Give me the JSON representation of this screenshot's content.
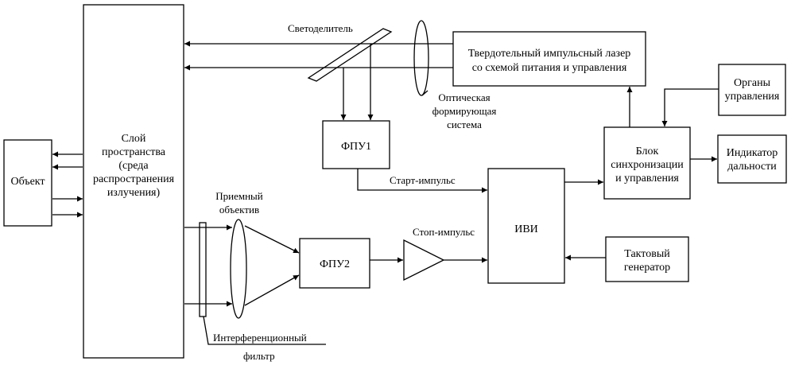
{
  "blocks": {
    "object": "Объект",
    "space": [
      "Слой",
      "пространства",
      "(среда",
      "распространения",
      "излучения)"
    ],
    "laser": [
      "Твердотельный импульсный лазер",
      "со схемой питания и управления"
    ],
    "controls": [
      "Органы",
      "управления"
    ],
    "sync": [
      "Блок",
      "синхронизации",
      "и управления"
    ],
    "indicator": [
      "Индикатор",
      "дальности"
    ],
    "fpu1": "ФПУ1",
    "fpu2": "ФПУ2",
    "ivi": "ИВИ",
    "clock": [
      "Тактовый",
      "генератор"
    ]
  },
  "labels": {
    "splitter": "Светоделитель",
    "optics": [
      "Оптическая",
      "формирующая",
      "система"
    ],
    "start": "Старт-импульс",
    "stop": "Стоп-импульс",
    "lens": [
      "Приемный",
      "объектив"
    ],
    "filter": [
      "Интерференционный",
      "фильтр"
    ]
  }
}
